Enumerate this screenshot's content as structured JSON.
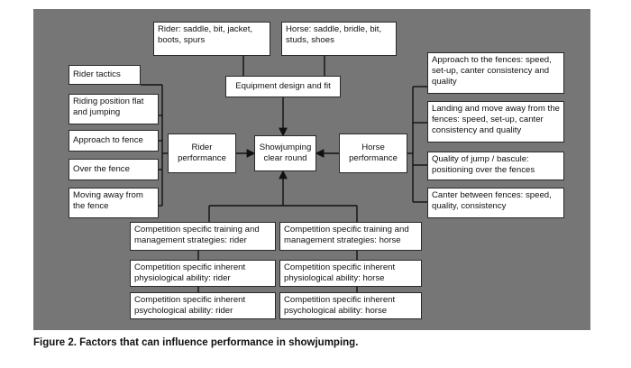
{
  "diagram": {
    "top_boxes": {
      "rider_equipment": "Rider: saddle, bit, jacket, boots, spurs",
      "horse_equipment": "Horse: saddle, bridle, bit, studs, shoes",
      "equipment_design": "Equipment design and fit"
    },
    "left_boxes": [
      "Rider tactics",
      "Riding position flat and jumping",
      "Approach to fence",
      "Over the fence",
      "Moving away from the fence"
    ],
    "center_boxes": {
      "rider_performance": "Rider performance",
      "clear_round": "Showjumping clear round",
      "horse_performance": "Horse performance"
    },
    "right_boxes": [
      "Approach to the fences: speed, set-up, canter consistency and quality",
      "Landing and move away from the fences: speed, set-up, canter consistency and quality",
      "Quality of jump / bascule: positioning over the fences",
      "Canter between fences: speed, quality, consistency"
    ],
    "bottom_left_boxes": [
      "Competition specific training and management strategies: rider",
      "Competition specific inherent physiological ability: rider",
      "Competition specific inherent psychological ability: rider"
    ],
    "bottom_right_boxes": [
      "Competition specific training and management strategies: horse",
      "Competition specific inherent physiological ability: horse",
      "Competition specific inherent psychological ability: horse"
    ]
  },
  "caption": "Figure 2. Factors that can influence performance in showjumping."
}
